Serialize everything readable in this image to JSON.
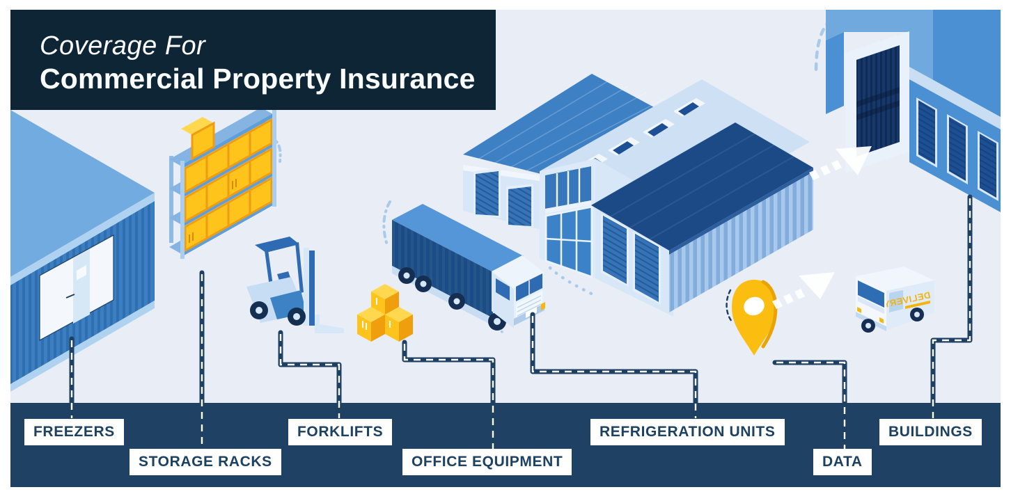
{
  "title": {
    "line1": "Coverage For",
    "line2": "Commercial Property Insurance"
  },
  "labels": [
    {
      "id": "freezers",
      "text": "FREEZERS"
    },
    {
      "id": "storage-racks",
      "text": "STORAGE RACKS"
    },
    {
      "id": "forklifts",
      "text": "FORKLIFTS"
    },
    {
      "id": "office-equipment",
      "text": "OFFICE EQUIPMENT"
    },
    {
      "id": "refrigeration-units",
      "text": "REFRIGERATION UNITS"
    },
    {
      "id": "data",
      "text": "DATA"
    },
    {
      "id": "buildings",
      "text": "BUILDINGS"
    }
  ],
  "van": {
    "side_text": "DELIVERY"
  },
  "colors": {
    "page_background": "#FFFFFF",
    "scene_background": "#E9EEF6",
    "band_navy": "#1F4164",
    "title_block_navy": "#0E2536",
    "label_text_navy": "#1D4160",
    "primary_blue": "#4A90D2",
    "light_blue": "#D7E7F7",
    "dark_roof_navy": "#1C4A86",
    "crate_yellow": "#FFC41C",
    "pin_yellow": "#FBBE10"
  }
}
